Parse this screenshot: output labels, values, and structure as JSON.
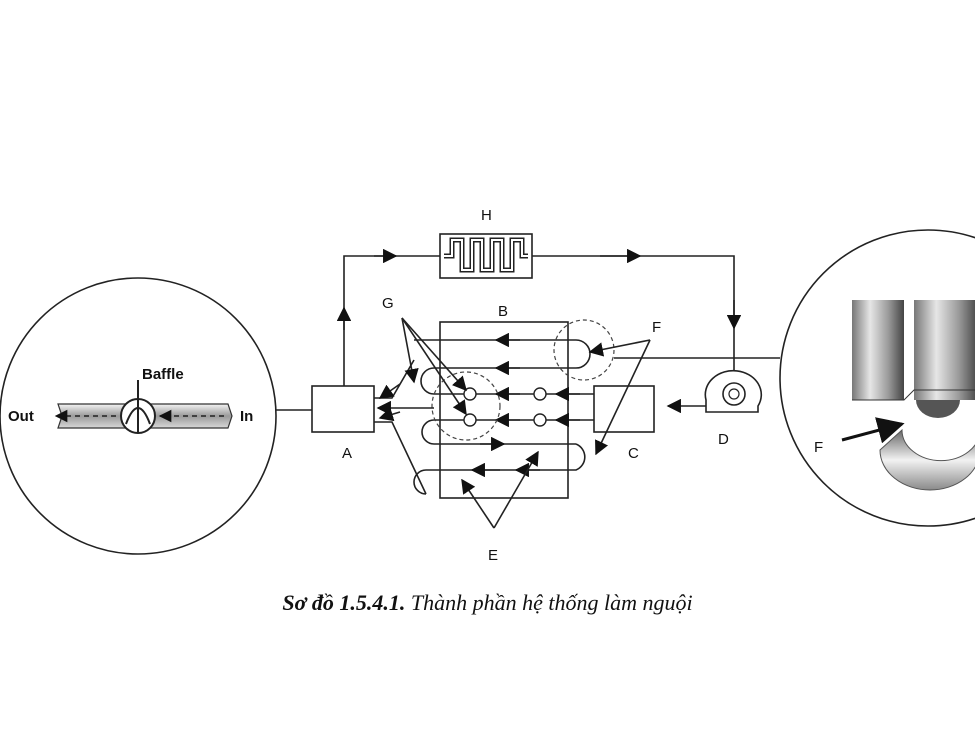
{
  "labels": {
    "A": "A",
    "B": "B",
    "C": "C",
    "D": "D",
    "E": "E",
    "F": "F",
    "G": "G",
    "H": "H",
    "F_detail": "F",
    "baffle": "Baffle",
    "out": "Out",
    "in": "In"
  },
  "caption": {
    "number": "Sơ đồ 1.5.4.1.",
    "text": "Thành phần hệ thống làm nguội"
  }
}
